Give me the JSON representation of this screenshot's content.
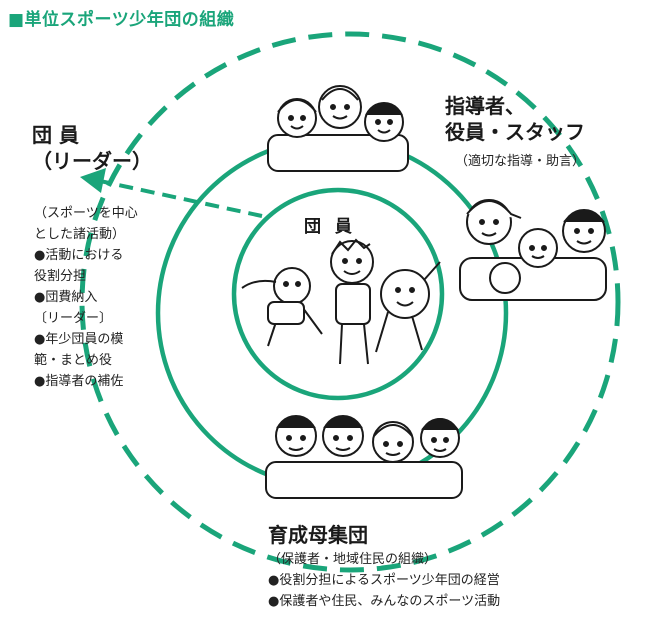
{
  "header": {
    "title": "■単位スポーツ少年団の組織"
  },
  "member": {
    "title_line1": "団 員",
    "title_line2": "（リーダー）",
    "notes": [
      "（スポーツを中心",
      "とした諸活動）",
      "●活動における",
      "役割分担",
      "●団費納入",
      "〔リーダー〕",
      "●年少団員の模",
      "範・まとめ役",
      "●指導者の補佐"
    ]
  },
  "leaders": {
    "title_line1": "指導者、",
    "title_line2": "役員・スタッフ",
    "note": "（適切な指導・助言）"
  },
  "center": {
    "title": "団 員"
  },
  "parents": {
    "title": "育成母集団",
    "notes": [
      "（保護者・地域住民の組織）",
      "●役割分担によるスポーツ少年団の経営",
      "●保護者や住民、みんなのスポーツ活動"
    ]
  },
  "colors": {
    "accent": "#1aa57a",
    "ink": "#1a1a1a"
  },
  "icons": [
    "leaders-group-icon",
    "coaches-group-icon",
    "children-playing-icon",
    "parents-group-icon"
  ]
}
